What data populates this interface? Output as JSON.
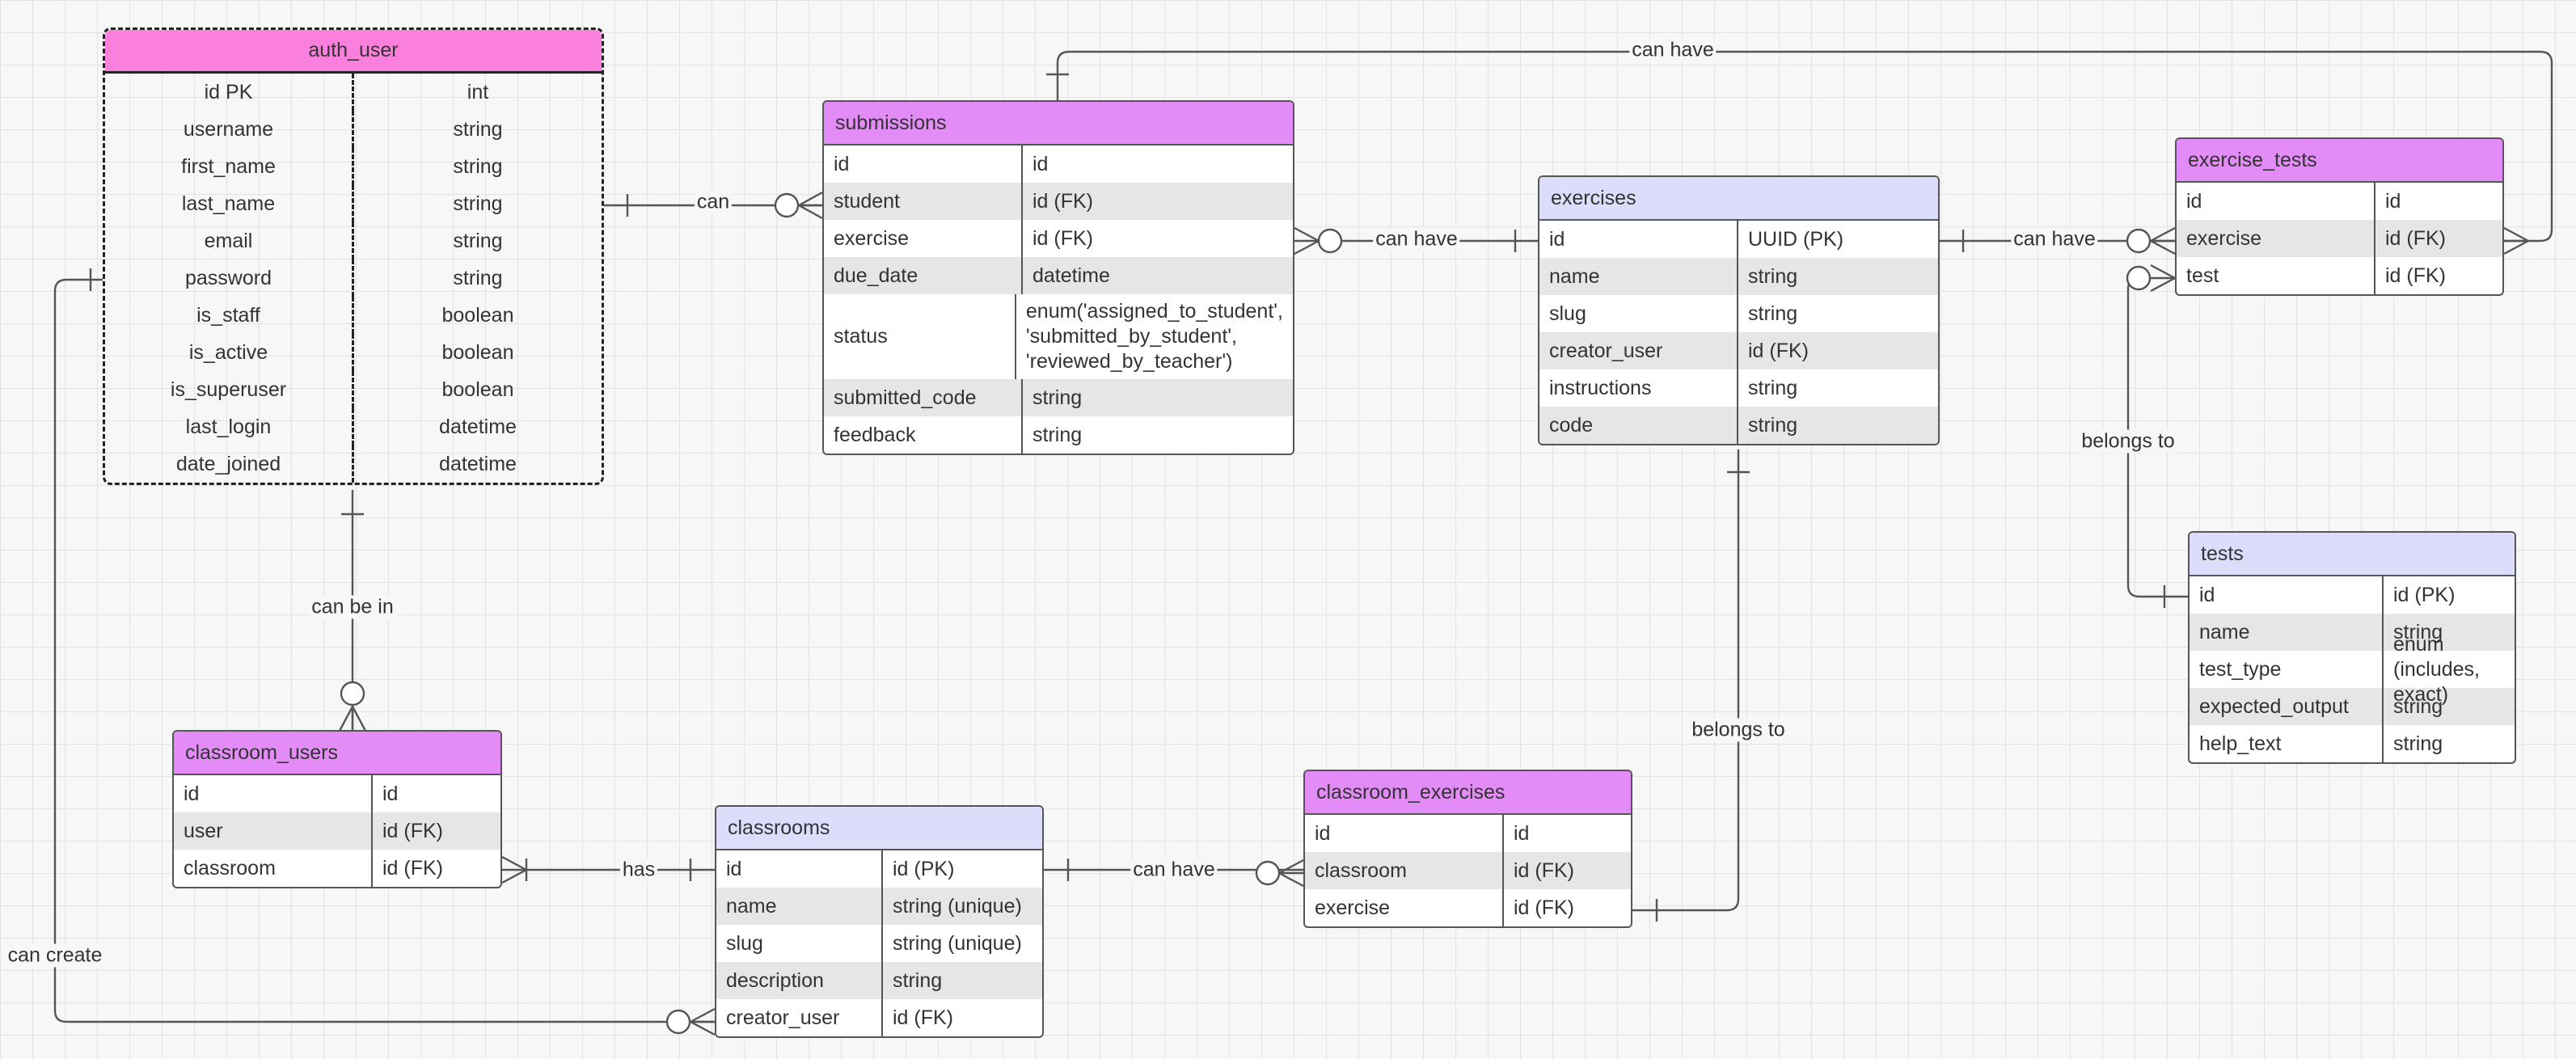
{
  "entities": {
    "auth_user": {
      "title": "auth_user",
      "rows": [
        [
          "id PK",
          "int"
        ],
        [
          "username",
          "string"
        ],
        [
          "first_name",
          "string"
        ],
        [
          "last_name",
          "string"
        ],
        [
          "email",
          "string"
        ],
        [
          "password",
          "string"
        ],
        [
          "is_staff",
          "boolean"
        ],
        [
          "is_active",
          "boolean"
        ],
        [
          "is_superuser",
          "boolean"
        ],
        [
          "last_login",
          "datetime"
        ],
        [
          "date_joined",
          "datetime"
        ]
      ]
    },
    "submissions": {
      "title": "submissions",
      "rows": [
        [
          "id",
          "id"
        ],
        [
          "student",
          "id (FK)"
        ],
        [
          "exercise",
          "id (FK)"
        ],
        [
          "due_date",
          "datetime"
        ],
        [
          "status",
          "enum('assigned_to_student', 'submitted_by_student', 'reviewed_by_teacher')"
        ],
        [
          "submitted_code",
          "string"
        ],
        [
          "feedback",
          "string"
        ]
      ]
    },
    "exercises": {
      "title": "exercises",
      "rows": [
        [
          "id",
          "UUID (PK)"
        ],
        [
          "name",
          "string"
        ],
        [
          "slug",
          "string"
        ],
        [
          "creator_user",
          "id (FK)"
        ],
        [
          "instructions",
          "string"
        ],
        [
          "code",
          "string"
        ]
      ]
    },
    "exercise_tests": {
      "title": "exercise_tests",
      "rows": [
        [
          "id",
          "id"
        ],
        [
          "exercise",
          "id (FK)"
        ],
        [
          "test",
          "id (FK)"
        ]
      ]
    },
    "tests": {
      "title": "tests",
      "rows": [
        [
          "id",
          "id (PK)"
        ],
        [
          "name",
          "string"
        ],
        [
          "test_type",
          "enum (includes, exact)"
        ],
        [
          "expected_output",
          "string"
        ],
        [
          "help_text",
          "string"
        ]
      ]
    },
    "classroom_users": {
      "title": "classroom_users",
      "rows": [
        [
          "id",
          "id"
        ],
        [
          "user",
          "id (FK)"
        ],
        [
          "classroom",
          "id (FK)"
        ]
      ]
    },
    "classrooms": {
      "title": "classrooms",
      "rows": [
        [
          "id",
          "id (PK)"
        ],
        [
          "name",
          "string (unique)"
        ],
        [
          "slug",
          "string (unique)"
        ],
        [
          "description",
          "string"
        ],
        [
          "creator_user",
          "id (FK)"
        ]
      ]
    },
    "classroom_exercises": {
      "title": "classroom_exercises",
      "rows": [
        [
          "id",
          "id"
        ],
        [
          "classroom",
          "id (FK)"
        ],
        [
          "exercise",
          "id (FK)"
        ]
      ]
    }
  },
  "relationships": [
    {
      "key": "user_submissions",
      "label": "can"
    },
    {
      "key": "submissions_exercise_tests",
      "label": "can have"
    },
    {
      "key": "submissions_exercises",
      "label": "can have"
    },
    {
      "key": "exercises_exercise_tests",
      "label": "can have"
    },
    {
      "key": "exercise_tests_tests",
      "label": "belongs to"
    },
    {
      "key": "user_classroom_users",
      "label": "can be in"
    },
    {
      "key": "classroom_users_classrooms",
      "label": "has"
    },
    {
      "key": "classrooms_classroom_exercises",
      "label": "can have"
    },
    {
      "key": "classroom_exercises_exercises",
      "label": "belongs to"
    },
    {
      "key": "user_classrooms",
      "label": "can create"
    }
  ],
  "colors": {
    "header_pink": "#e38bf7",
    "header_lavender": "#dcdcfb",
    "header_auth": "#fb80dd",
    "row_shade": "#e6e6e6",
    "line": "#555555"
  }
}
